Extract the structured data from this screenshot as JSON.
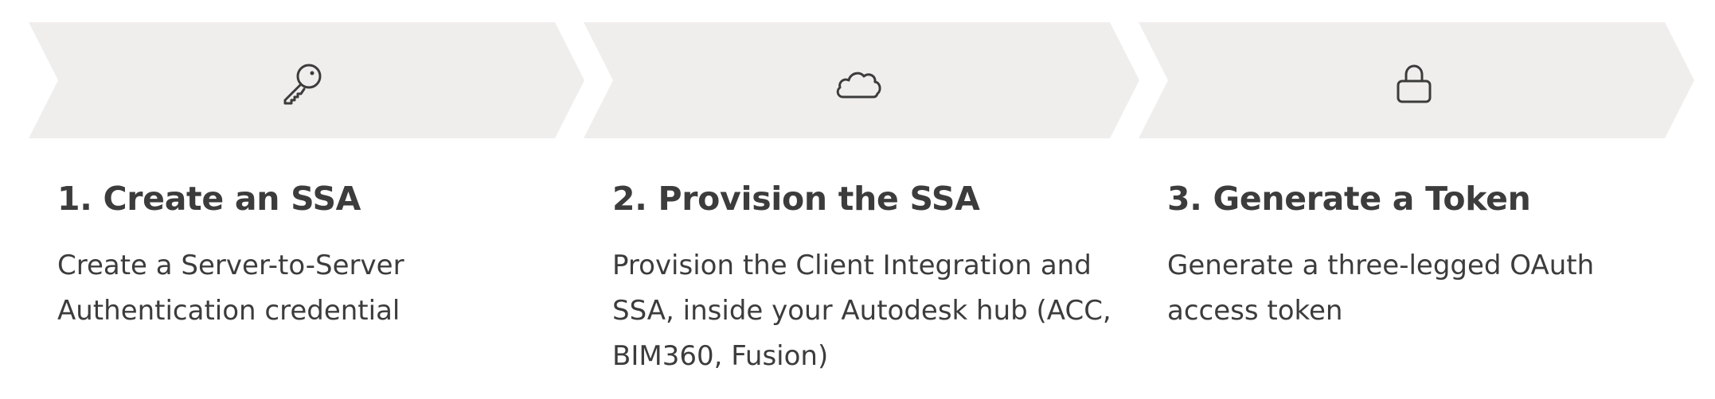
{
  "colors": {
    "chevron_fill": "#f0eeed",
    "icon_stroke": "#3c3c3c",
    "text": "#3c3c3c"
  },
  "steps": [
    {
      "icon": "key-icon",
      "title": "1. Create an SSA",
      "description": "Create a Server-to-Server Authentication credential"
    },
    {
      "icon": "cloud-icon",
      "title": "2. Provision the SSA",
      "description": "Provision the Client Integration and SSA, inside your Autodesk hub (ACC, BIM360, Fusion)"
    },
    {
      "icon": "lock-icon",
      "title": "3. Generate a Token",
      "description": "Generate a three-legged OAuth access token"
    }
  ]
}
